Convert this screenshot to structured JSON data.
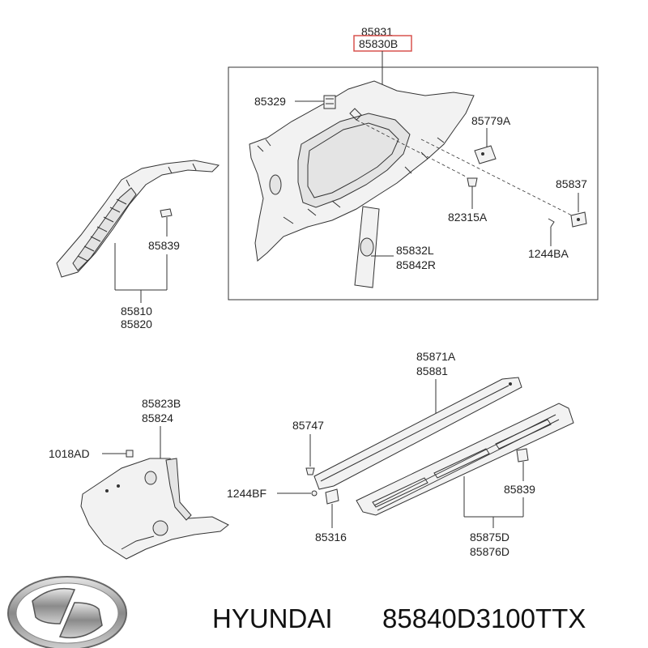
{
  "callouts": {
    "c85831": "85831",
    "c85830B": "85830B",
    "c85329": "85329",
    "c85779A": "85779A",
    "c85837": "85837",
    "c82315A": "82315A",
    "c1244BA": "1244BA",
    "c85832L": "85832L",
    "c85842R": "85842R",
    "c85839_top": "85839",
    "c85810": "85810",
    "c85820": "85820",
    "c85871A": "85871A",
    "c85881": "85881",
    "c85823B": "85823B",
    "c85824": "85824",
    "c85747": "85747",
    "c1018AD": "1018AD",
    "c1244BF": "1244BF",
    "c85839_bottom": "85839",
    "c85316": "85316",
    "c85875D": "85875D",
    "c85876D": "85876D"
  },
  "highlight_color": "#d9534f",
  "footer": {
    "brand": "HYUNDAI",
    "part_number": "85840D3100TTX",
    "logo_icon": "hyundai-logo-icon"
  }
}
